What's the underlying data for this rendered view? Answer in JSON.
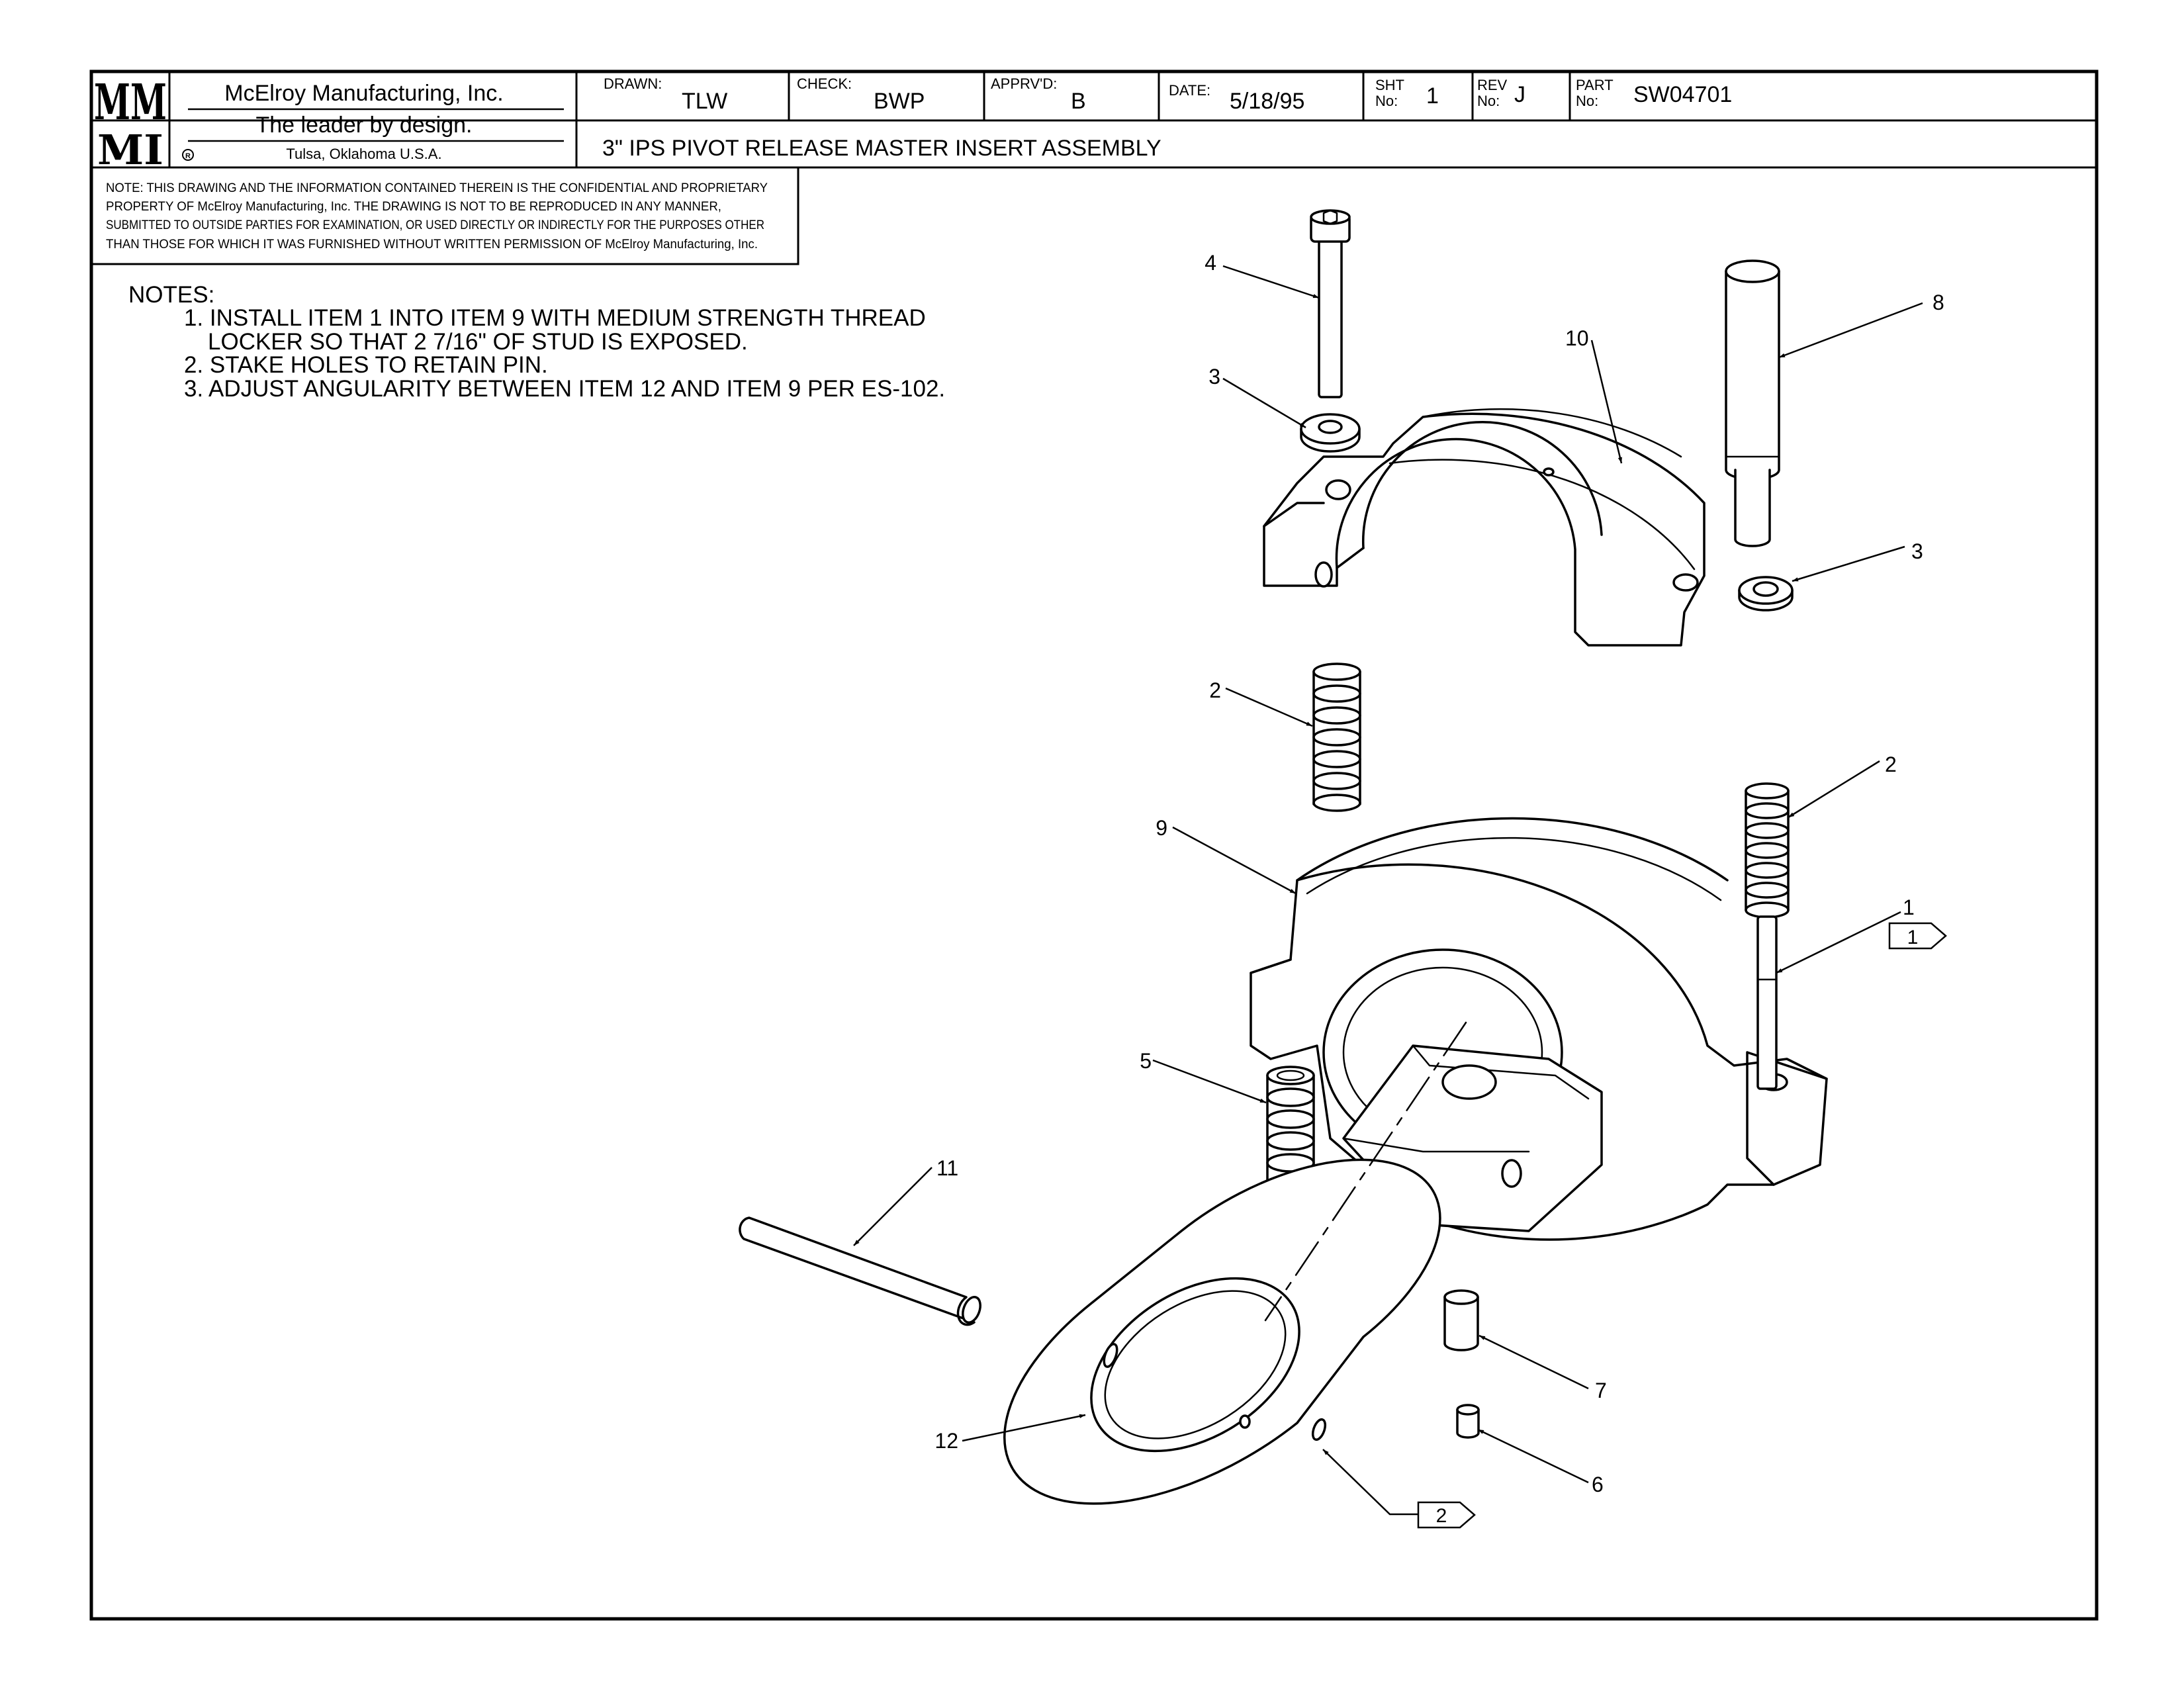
{
  "title_block": {
    "company": "McElroy Manufacturing, Inc.",
    "tagline": "The leader by design.",
    "location": "Tulsa, Oklahoma U.S.A.",
    "logo_top": "MM",
    "logo_bottom": "MI",
    "drawn_label": "DRAWN:",
    "drawn_value": "TLW",
    "check_label": "CHECK:",
    "check_value": "BWP",
    "apprvd_label": "APPRV'D:",
    "apprvd_value": "B",
    "date_label": "DATE:",
    "date_value": "5/18/95",
    "sht_label_1": "SHT",
    "sht_label_2": "No:",
    "sht_value": "1",
    "rev_label_1": "REV",
    "rev_label_2": "No:",
    "rev_value": "J",
    "part_label_1": "PART",
    "part_label_2": "No:",
    "part_value": "SW04701",
    "drawing_title": "3\" IPS PIVOT RELEASE MASTER INSERT ASSEMBLY"
  },
  "confidential_note": [
    "NOTE: THIS DRAWING AND THE INFORMATION CONTAINED THEREIN IS THE CONFIDENTIAL AND PROPRIETARY",
    "PROPERTY OF McElroy Manufacturing, Inc. THE DRAWING IS NOT TO BE REPRODUCED IN ANY MANNER,",
    "SUBMITTED TO OUTSIDE PARTIES FOR EXAMINATION, OR USED DIRECTLY OR INDIRECTLY FOR THE PURPOSES OTHER",
    "THAN THOSE FOR WHICH IT WAS FURNISHED WITHOUT WRITTEN PERMISSION OF McElroy Manufacturing, Inc."
  ],
  "notes": {
    "heading": "NOTES:",
    "items": [
      "1. INSTALL ITEM 1 INTO ITEM 9 WITH MEDIUM STRENGTH THREAD",
      "LOCKER SO THAT 2 7/16\" OF STUD IS EXPOSED.",
      "2. STAKE HOLES TO RETAIN PIN.",
      "3. ADJUST ANGULARITY BETWEEN ITEM 12 AND ITEM 9 PER ES-102."
    ]
  },
  "balloons": {
    "b4": "4",
    "b3a": "3",
    "b8": "8",
    "b10": "10",
    "b3b": "3",
    "b2a": "2",
    "b2b": "2",
    "b9": "9",
    "b1": "1",
    "b5": "5",
    "b11": "11",
    "b7": "7",
    "b6": "6",
    "b12": "12"
  },
  "note_flags": {
    "flag1": "1",
    "flag2": "2"
  }
}
